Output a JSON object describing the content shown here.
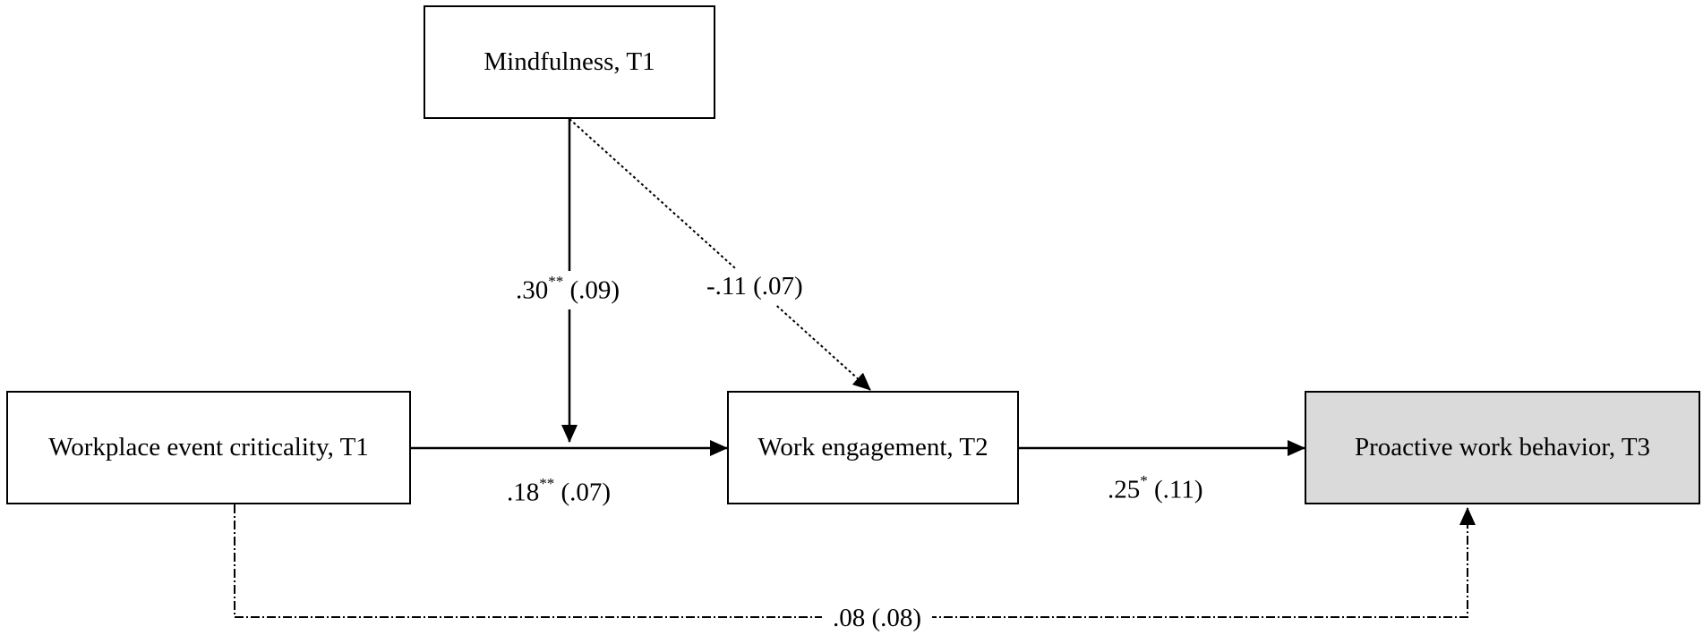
{
  "nodes": {
    "mindfulness": "Mindfulness, T1",
    "criticality": "Workplace event criticality, T1",
    "engagement": "Work engagement, T2",
    "proactive": "Proactive work behavior, T3"
  },
  "paths": {
    "moderation_main": {
      "coef": ".30",
      "sig": "**",
      "se": "(.09)"
    },
    "moderation_engagement": {
      "coef": "-.11",
      "sig": "",
      "se": "(.07)"
    },
    "criticality_to_engagement": {
      "coef": ".18",
      "sig": "**",
      "se": "(.07)"
    },
    "engagement_to_proactive": {
      "coef": ".25",
      "sig": "*",
      "se": "(.11)"
    },
    "criticality_to_proactive": {
      "coef": ".08",
      "sig": "",
      "se": "(.08)"
    }
  },
  "colors": {
    "line": "#000000",
    "outcome_fill": "#dadada"
  }
}
